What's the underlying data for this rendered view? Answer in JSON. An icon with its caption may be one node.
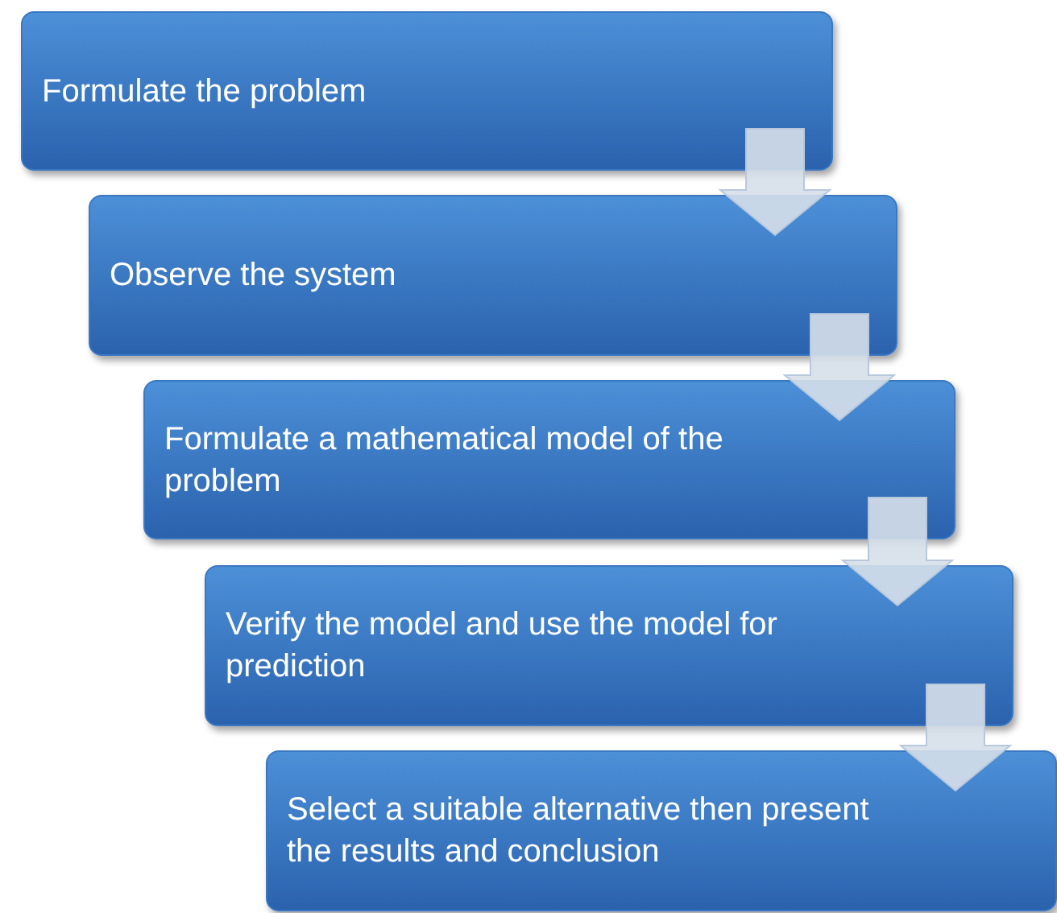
{
  "diagram": {
    "nodes": [
      {
        "text": [
          "Formulate the problem"
        ]
      },
      {
        "text": [
          "Observe the system"
        ]
      },
      {
        "text": [
          "Formulate a mathematical model of the problem"
        ]
      },
      {
        "text": [
          "Verify the model and use the model for prediction"
        ]
      },
      {
        "text": [
          "Select a suitable alternative then present the results and conclusion"
        ]
      }
    ],
    "edges": [
      {
        "from": 0,
        "to": 1,
        "arrow": "to"
      },
      {
        "from": 1,
        "to": 2,
        "arrow": "to"
      },
      {
        "from": 2,
        "to": 3,
        "arrow": "to"
      },
      {
        "from": 3,
        "to": 4,
        "arrow": "to"
      }
    ]
  }
}
